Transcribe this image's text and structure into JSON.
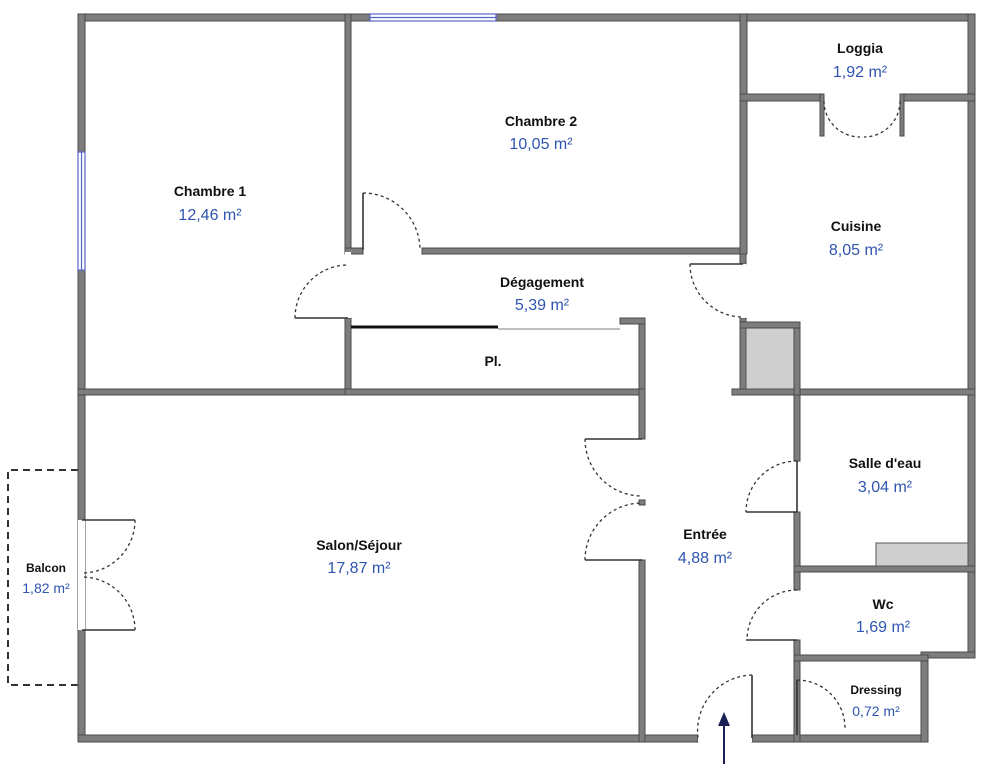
{
  "rooms": [
    {
      "id": "chambre1",
      "name": "Chambre 1",
      "area": "12,46 m²"
    },
    {
      "id": "chambre2",
      "name": "Chambre 2",
      "area": "10,05 m²"
    },
    {
      "id": "loggia",
      "name": "Loggia",
      "area": "1,92 m²"
    },
    {
      "id": "cuisine",
      "name": "Cuisine",
      "area": "8,05 m²"
    },
    {
      "id": "degagement",
      "name": "Dégagement",
      "area": "5,39 m²"
    },
    {
      "id": "placard",
      "name": "Pl.",
      "area": ""
    },
    {
      "id": "salon",
      "name": "Salon/Séjour",
      "area": "17,87 m²"
    },
    {
      "id": "entree",
      "name": "Entrée",
      "area": "4,88 m²"
    },
    {
      "id": "salledeau",
      "name": "Salle d'eau",
      "area": "3,04 m²"
    },
    {
      "id": "wc",
      "name": "Wc",
      "area": "1,69 m²"
    },
    {
      "id": "dressing",
      "name": "Dressing",
      "area": "0,72 m²"
    },
    {
      "id": "balcon",
      "name": "Balcon",
      "area": "1,82 m²"
    }
  ],
  "colors": {
    "wall": "#7d7d7d",
    "area_text": "#2f55b0",
    "name_text": "#111111",
    "window": "#5566cc"
  },
  "icons": {
    "entrance": "entrance-arrow-icon"
  }
}
